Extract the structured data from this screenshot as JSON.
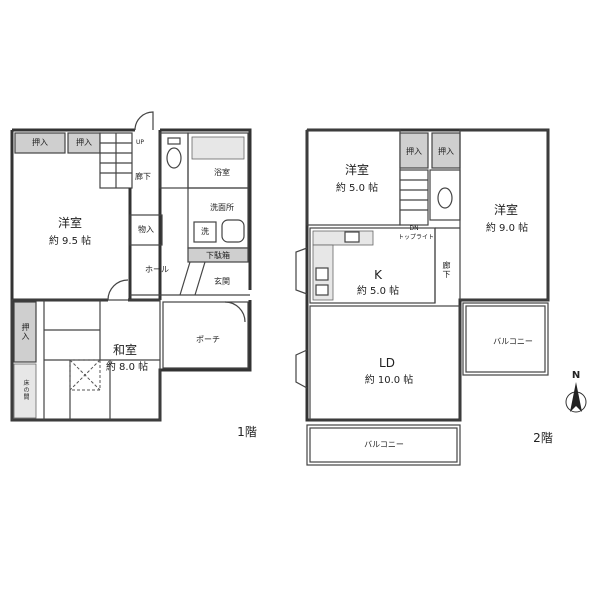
{
  "floor1": {
    "label": "1階",
    "youshitsu": {
      "name": "洋室",
      "size": "約 9.5 帖"
    },
    "washitsu": {
      "name": "和室",
      "size": "約 8.0 帖"
    },
    "oshiire_1": "押入",
    "oshiire_2": "押入",
    "oshiire_3": "押入",
    "tokonoma": "床の間",
    "up": "UP",
    "roka": "廊下",
    "yokushitsu": "浴室",
    "senmenjo": "洗面所",
    "sen": "洗",
    "monoire": "物入",
    "hall": "ホール",
    "getabako": "下駄箱",
    "genkan": "玄関",
    "porch": "ポーチ"
  },
  "floor2": {
    "label": "2階",
    "youshitsu_a": {
      "name": "洋室",
      "size": "約 5.0 帖"
    },
    "youshitsu_b": {
      "name": "洋室",
      "size": "約 9.0 帖"
    },
    "oshiire_1": "押入",
    "oshiire_2": "押入",
    "dn": "DN",
    "toplight": "トップライト",
    "kitchen": {
      "name": "K",
      "size": "約 5.0 帖"
    },
    "roka": "廊下",
    "ld": {
      "name": "LD",
      "size": "約 10.0 帖"
    },
    "balcony_1": "バルコニー",
    "balcony_2": "バルコニー"
  },
  "compass": {
    "label": "N"
  }
}
